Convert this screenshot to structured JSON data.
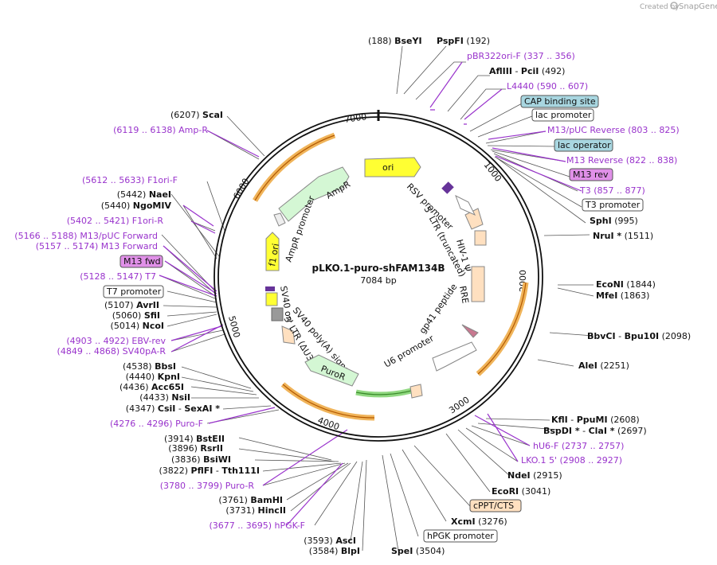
{
  "plasmid": {
    "name": "pLKO.1-puro-shFAM134B",
    "size": "7084 bp"
  },
  "credit": {
    "created_by": "Created by",
    "brand": "SnapGene"
  },
  "ticks": [
    "1000",
    "2000",
    "3000",
    "4000",
    "5000",
    "6000",
    "7000"
  ],
  "features_inner": [
    {
      "id": "ori",
      "label": "ori"
    },
    {
      "id": "ampr",
      "label": "AmpR"
    },
    {
      "id": "ampr-promoter",
      "label": "AmpR promoter"
    },
    {
      "id": "f1-ori",
      "label": "f1 ori"
    },
    {
      "id": "sv40-ori",
      "label": "SV40 ori"
    },
    {
      "id": "sv40-polya",
      "label": "SV40 poly(A) signal"
    },
    {
      "id": "ltr3",
      "label": "3' LTR (ΔU3)"
    },
    {
      "id": "puror",
      "label": "PuroR"
    },
    {
      "id": "u6",
      "label": "U6 promoter"
    },
    {
      "id": "gp41",
      "label": "gp41 peptide"
    },
    {
      "id": "rre",
      "label": "RRE"
    },
    {
      "id": "hiv",
      "label": "HIV-1 Ψ"
    },
    {
      "id": "ltr5",
      "label": "5' LTR (truncated)"
    },
    {
      "id": "rsv",
      "label": "RSV promoter"
    }
  ],
  "labels": [
    {
      "id": "bseyi",
      "pos": "(188)",
      "name": "BseYI",
      "kind": "enzyme-left"
    },
    {
      "id": "pspfi",
      "pos": "(192)",
      "name": "PspFI",
      "kind": "enzyme-right"
    },
    {
      "id": "pbr322",
      "text": "pBR322ori-F",
      "pos": "(337 .. 356)",
      "kind": "primer-right"
    },
    {
      "id": "afliii",
      "name": "AflIII",
      "name2": "PciI",
      "pos": "(492)",
      "kind": "enzyme2-right"
    },
    {
      "id": "l4440",
      "text": "L4440",
      "pos": "(590 .. 607)",
      "kind": "primer-right"
    },
    {
      "id": "cap",
      "text": "CAP binding site",
      "kind": "box-teal"
    },
    {
      "id": "lacprom",
      "text": "lac promoter",
      "kind": "box-white"
    },
    {
      "id": "m13puc-rev",
      "text": "M13/pUC Reverse",
      "pos": "(803 .. 825)",
      "kind": "primer-right"
    },
    {
      "id": "lacop",
      "text": "lac operator",
      "kind": "box-teal"
    },
    {
      "id": "m13rev",
      "text": "M13 Reverse",
      "pos": "(822 .. 838)",
      "kind": "primer-right"
    },
    {
      "id": "m13revbox",
      "text": "M13 rev",
      "kind": "box-purple"
    },
    {
      "id": "t3",
      "text": "T3",
      "pos": "(857 .. 877)",
      "kind": "primer-right"
    },
    {
      "id": "t3prom",
      "text": "T3 promoter",
      "kind": "box-white"
    },
    {
      "id": "sphi",
      "name": "SphI",
      "pos": "(995)",
      "kind": "enzyme-right"
    },
    {
      "id": "nrui",
      "name": "NruI *",
      "pos": "(1511)",
      "kind": "enzyme-right"
    },
    {
      "id": "econi",
      "name": "EcoNI",
      "pos": "(1844)",
      "kind": "enzyme-right"
    },
    {
      "id": "mfei",
      "name": "MfeI",
      "pos": "(1863)",
      "kind": "enzyme-right"
    },
    {
      "id": "bbvci",
      "name": "BbvCI",
      "name2": "Bpu10I",
      "pos": "(2098)",
      "kind": "enzyme2-right"
    },
    {
      "id": "alei",
      "name": "AleI",
      "pos": "(2251)",
      "kind": "enzyme-right"
    },
    {
      "id": "kfli",
      "name": "KflI",
      "name2": "PpuMI",
      "pos": "(2608)",
      "kind": "enzyme2-right"
    },
    {
      "id": "bspdi",
      "name": "BspDI *",
      "name2": "ClaI *",
      "pos": "(2697)",
      "kind": "enzyme2-right"
    },
    {
      "id": "hu6f",
      "text": "hU6-F",
      "pos": "(2737 .. 2757)",
      "kind": "primer-right"
    },
    {
      "id": "lko5",
      "text": "LKO.1 5'",
      "pos": "(2908 .. 2927)",
      "kind": "primer-right"
    },
    {
      "id": "ndei",
      "name": "NdeI",
      "pos": "(2915)",
      "kind": "enzyme-right"
    },
    {
      "id": "ecori",
      "name": "EcoRI",
      "pos": "(3041)",
      "kind": "enzyme-right"
    },
    {
      "id": "cppt",
      "text": "cPPT/CTS",
      "kind": "box-orange"
    },
    {
      "id": "xcmi",
      "name": "XcmI",
      "pos": "(3276)",
      "kind": "enzyme-right"
    },
    {
      "id": "hpgkprom",
      "text": "hPGK promoter",
      "kind": "box-white"
    },
    {
      "id": "spei",
      "name": "SpeI",
      "pos": "(3504)",
      "kind": "enzyme-right"
    },
    {
      "id": "blpi",
      "pos": "(3584)",
      "name": "BlpI",
      "kind": "enzyme-left"
    },
    {
      "id": "asci",
      "pos": "(3593)",
      "name": "AscI",
      "kind": "enzyme-left"
    },
    {
      "id": "hpgkf",
      "pos": "(3677 .. 3695)",
      "text": "hPGK-F",
      "kind": "primer-left"
    },
    {
      "id": "hincii",
      "pos": "(3731)",
      "name": "HincII",
      "kind": "enzyme-left"
    },
    {
      "id": "bamhi",
      "pos": "(3761)",
      "name": "BamHI",
      "kind": "enzyme-left"
    },
    {
      "id": "puror-r",
      "pos": "(3780 .. 3799)",
      "text": "Puro-R",
      "kind": "primer-left"
    },
    {
      "id": "pflfi",
      "pos": "(3822)",
      "name": "PflFI",
      "name2": "Tth111I",
      "kind": "enzyme2-left"
    },
    {
      "id": "bsiwi",
      "pos": "(3836)",
      "name": "BsiWI",
      "kind": "enzyme-left"
    },
    {
      "id": "rsrii",
      "pos": "(3896)",
      "name": "RsrII",
      "kind": "enzyme-left"
    },
    {
      "id": "bsteii",
      "pos": "(3914)",
      "name": "BstEII",
      "kind": "enzyme-left"
    },
    {
      "id": "puro-f",
      "pos": "(4276 .. 4296)",
      "text": "Puro-F",
      "kind": "primer-left"
    },
    {
      "id": "csii",
      "pos": "(4347)",
      "name": "CsiI",
      "name2": "SexAI *",
      "kind": "enzyme2-left"
    },
    {
      "id": "nsii",
      "pos": "(4433)",
      "name": "NsiI",
      "kind": "enzyme-left"
    },
    {
      "id": "acc65i",
      "pos": "(4436)",
      "name": "Acc65I",
      "kind": "enzyme-left"
    },
    {
      "id": "kpni",
      "pos": "(4440)",
      "name": "KpnI",
      "kind": "enzyme-left"
    },
    {
      "id": "bbsi",
      "pos": "(4538)",
      "name": "BbsI",
      "kind": "enzyme-left"
    },
    {
      "id": "sv40pa-r",
      "pos": "(4849 .. 4868)",
      "text": "SV40pA-R",
      "kind": "primer-left"
    },
    {
      "id": "ebv-rev",
      "pos": "(4903 .. 4922)",
      "text": "EBV-rev",
      "kind": "primer-left"
    },
    {
      "id": "ncoi",
      "pos": "(5014)",
      "name": "NcoI",
      "kind": "enzyme-left"
    },
    {
      "id": "sfii",
      "pos": "(5060)",
      "name": "SfiI",
      "kind": "enzyme-left"
    },
    {
      "id": "avrii",
      "pos": "(5107)",
      "name": "AvrII",
      "kind": "enzyme-left"
    },
    {
      "id": "t7prom",
      "text": "T7 promoter",
      "kind": "box-white"
    },
    {
      "id": "t7",
      "pos": "(5128 .. 5147)",
      "text": "T7",
      "kind": "primer-left"
    },
    {
      "id": "m13fwdbox",
      "text": "M13 fwd",
      "kind": "box-purple"
    },
    {
      "id": "m13fwd",
      "pos": "(5157 .. 5174)",
      "text": "M13 Forward",
      "kind": "primer-left"
    },
    {
      "id": "m13pucfwd",
      "pos": "(5166 .. 5188)",
      "text": "M13/pUC Forward",
      "kind": "primer-left"
    },
    {
      "id": "f1ori-r",
      "pos": "(5402 .. 5421)",
      "text": "F1ori-R",
      "kind": "primer-left"
    },
    {
      "id": "ngomiv",
      "pos": "(5440)",
      "name": "NgoMIV",
      "kind": "enzyme-left"
    },
    {
      "id": "naei",
      "pos": "(5442)",
      "name": "NaeI",
      "kind": "enzyme-left"
    },
    {
      "id": "f1ori-f",
      "pos": "(5612 .. 5633)",
      "text": "F1ori-F",
      "kind": "primer-left"
    },
    {
      "id": "amp-r",
      "pos": "(6119 .. 6138)",
      "text": "Amp-R",
      "kind": "primer-left"
    },
    {
      "id": "scai",
      "pos": "(6207)",
      "name": "ScaI",
      "kind": "enzyme-left"
    }
  ]
}
